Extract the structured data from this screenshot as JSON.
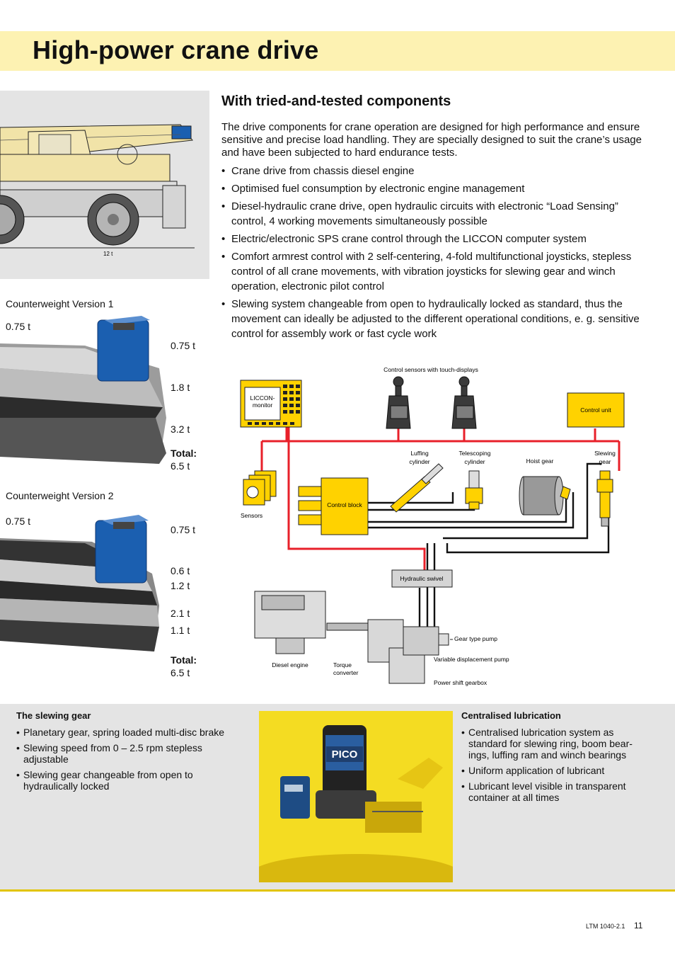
{
  "page_title": "High-power crane drive",
  "crane_figure": {
    "weight_label": "12 t"
  },
  "components": {
    "heading": "With tried-and-tested components",
    "intro": "The drive components for crane operation are designed for high performance and ensure sensitive and precise load handling. They are specially designed to suit the crane’s usage and have been subjected to hard endurance tests.",
    "bullets": [
      "Crane drive from chassis diesel engine",
      "Optimised fuel consumption by electronic engine management",
      "Diesel-hydraulic crane drive, open hydraulic circuits with electronic “Load Sensing” control, 4 working movements simultaneously possible",
      "Electric/electronic SPS crane control through the LICCON computer system",
      "Comfort armrest control with 2 self-centering, 4-fold multifunctional joysticks, stepless control of all crane movements, with vibration joysticks for slewing gear and winch operation, electronic pilot control",
      "Slewing system changeable from open to hydraulically locked as standard, thus the movement can ideally be adjusted to the different operational conditions, e. g. sensitive control for assembly work or fast cycle work"
    ]
  },
  "counterweight_v1": {
    "title": "Counterweight Version 1",
    "left_label": "0.75 t",
    "weights": [
      "0.75 t",
      "1.8 t",
      "3.2 t"
    ],
    "total_label": "Total:",
    "total_value": "6.5 t"
  },
  "counterweight_v2": {
    "title": "Counterweight Version 2",
    "left_label": "0.75 t",
    "weights": [
      "0.75 t",
      "0.6 t",
      "1.2 t",
      "2.1 t",
      "1.1 t"
    ],
    "total_label": "Total:",
    "total_value": "6.5 t"
  },
  "diagram": {
    "control_sensors": "Control sensors with touch-displays",
    "liccon_monitor": "LICCON-\nmonitor",
    "liccon_line1": "LICCON-",
    "liccon_line2": "monitor",
    "control_unit": "Control unit",
    "luffing_1": "Luffing",
    "luffing_2": "cylinder",
    "telescoping_1": "Telescoping",
    "telescoping_2": "cylinder",
    "hoist_gear": "Hoist gear",
    "slewing_1": "Slewing",
    "slewing_2": "gear",
    "sensors": "Sensors",
    "control_block": "Control block",
    "hydraulic_swivel": "Hydraulic swivel",
    "gear_type_pump": "Gear type pump",
    "variable_pump": "Variable displacement pump",
    "power_shift": "Power shift gearbox",
    "diesel_engine": "Diesel engine",
    "torque_1": "Torque",
    "torque_2": "converter"
  },
  "slewing_gear": {
    "heading": "The slewing gear",
    "items": [
      "Planetary gear, spring loaded multi-disc brake",
      "Slewing speed from 0 – 2.5 rpm stepless adjustable",
      "Slewing gear changeable from open to hydraulically locked"
    ]
  },
  "lubrication_photo": {
    "brand": "PICO"
  },
  "lubrication": {
    "heading": "Centralised lubrication",
    "items": [
      "Centralised lubrication system as standard for slewing ring, boom bear-ings, luffing ram and winch bearings",
      "Uniform application of lubricant",
      "Lubricant level visible in transparent container at all times"
    ]
  },
  "footer": {
    "doc": "LTM 1040-2.1",
    "page": "11"
  },
  "colors": {
    "title_band": "#fdf2b2",
    "accent_yellow": "#ffd200",
    "line_red": "#e8202a",
    "gray_band": "#e4e4e4",
    "counterweight_blue": "#1b5fb0"
  }
}
